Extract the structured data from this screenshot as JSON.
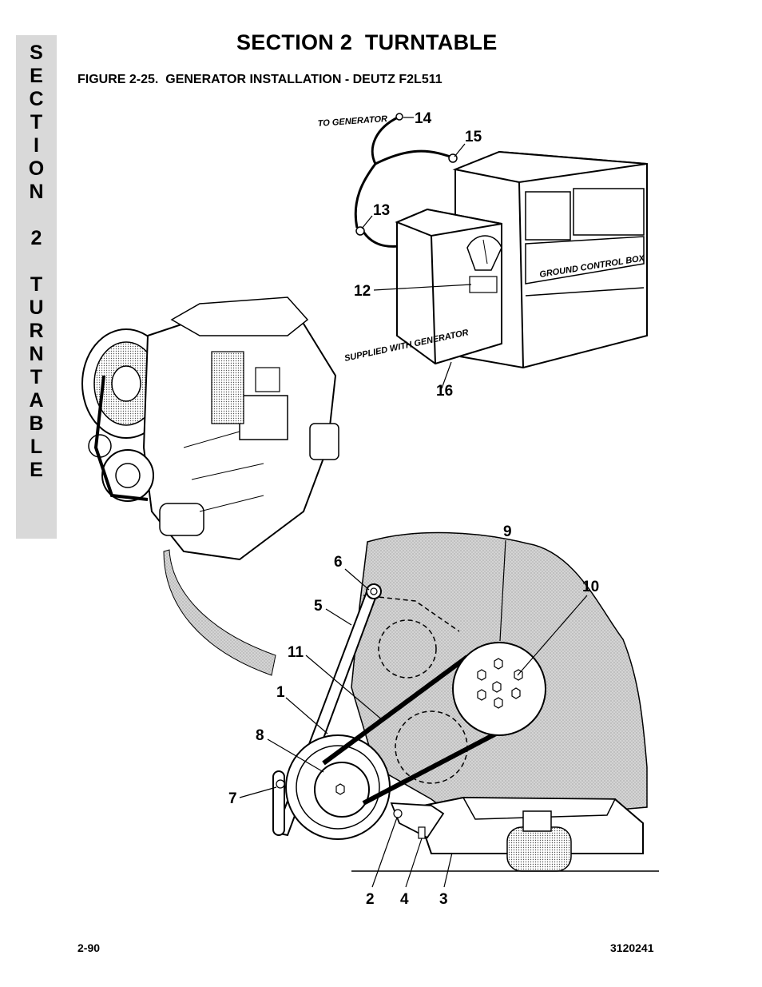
{
  "side_tab": {
    "letters": [
      "S",
      "E",
      "C",
      "T",
      "I",
      "O",
      "N",
      "",
      "2",
      "",
      "T",
      "U",
      "R",
      "N",
      "T",
      "A",
      "B",
      "L",
      "E"
    ]
  },
  "header": {
    "section_title": "SECTION 2  TURNTABLE",
    "figure_title": "FIGURE 2-25.  GENERATOR INSTALLATION - DEUTZ F2L511"
  },
  "figure": {
    "labels": {
      "to_generator": "TO GENERATOR",
      "ground_control_box": "GROUND CONTROL BOX",
      "supplied_with_generator": "SUPPLIED WITH GENERATOR"
    },
    "callouts": {
      "c1": "1",
      "c2": "2",
      "c3": "3",
      "c4": "4",
      "c5": "5",
      "c6": "6",
      "c7": "7",
      "c8": "8",
      "c9": "9",
      "c10": "10",
      "c11": "11",
      "c12": "12",
      "c13": "13",
      "c14": "14",
      "c15": "15",
      "c16": "16"
    }
  },
  "footer": {
    "page_number": "2-90",
    "document_number": "3120241"
  }
}
